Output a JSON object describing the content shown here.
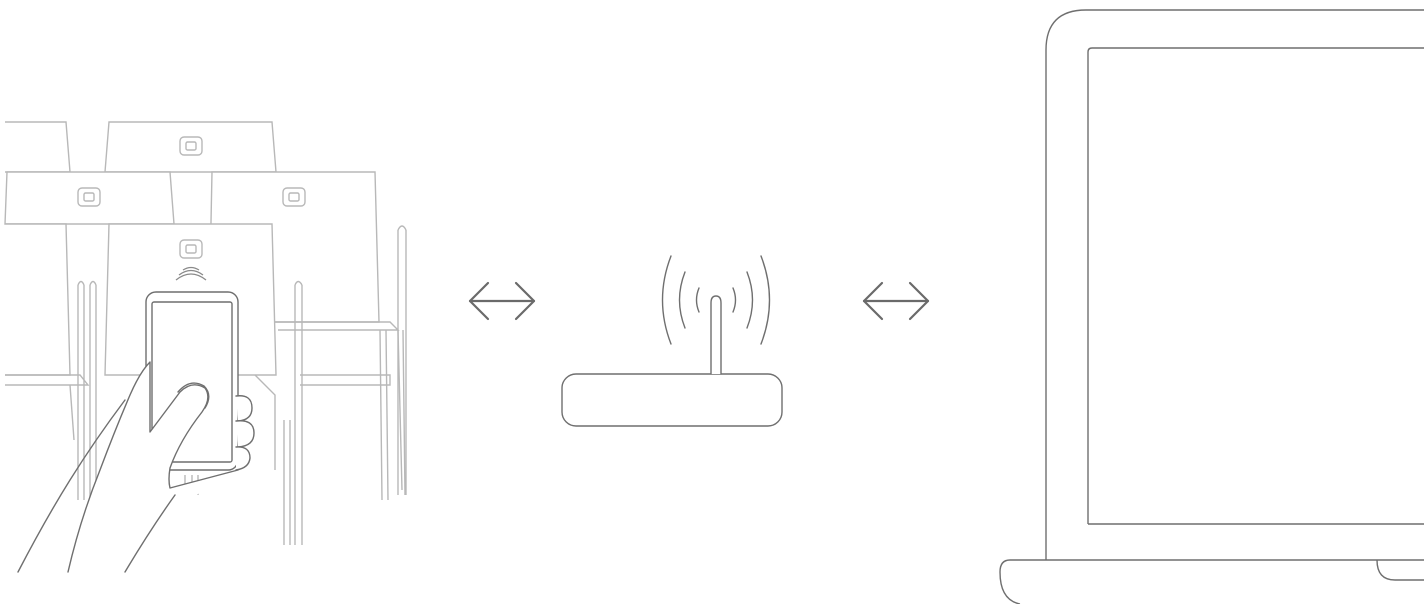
{
  "diagram": {
    "steps": [
      {
        "name": "chairs-with-nfc-phone",
        "icon": "chair-nfc-tag-icon"
      },
      {
        "name": "wifi-router",
        "icon": "router-icon"
      },
      {
        "name": "laptop",
        "icon": "laptop-icon"
      }
    ],
    "connectors": [
      {
        "from": "chairs-with-nfc-phone",
        "to": "wifi-router",
        "icon": "bidirectional-arrow-icon"
      },
      {
        "from": "wifi-router",
        "to": "laptop",
        "icon": "bidirectional-arrow-icon"
      }
    ],
    "colors": {
      "stroke_main": "#6f6f6f",
      "stroke_light": "#b5b5b5",
      "arrow": "#6a6a6a",
      "background": "#ffffff"
    }
  }
}
